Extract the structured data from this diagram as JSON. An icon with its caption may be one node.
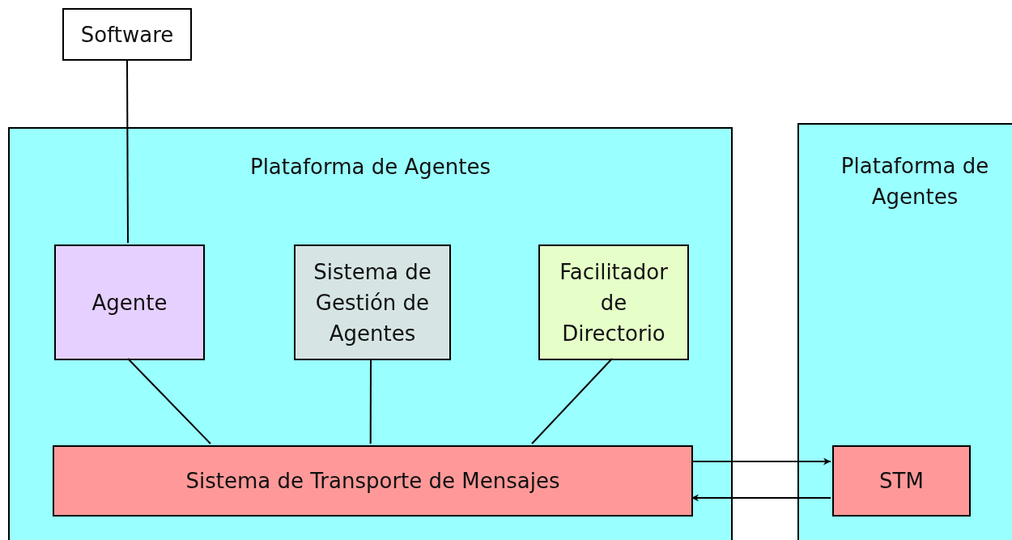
{
  "diagram": {
    "nodes": [
      {
        "text": [
          "Software"
        ]
      },
      {
        "text": [
          "Plataforma de Agentes"
        ]
      },
      {
        "text": [
          "Agente"
        ],
        "in": 1
      },
      {
        "text": [
          "Sistema de Gestión de Agentes"
        ],
        "in": 1
      },
      {
        "text": [
          "Facilitador de Directorio"
        ],
        "in": 1
      },
      {
        "text": [
          "Sistema de Transporte de Mensajes"
        ],
        "in": 1
      },
      {
        "text": [
          "Plataforma de Agentes"
        ]
      },
      {
        "text": [
          "STM"
        ],
        "in": 6
      }
    ],
    "edges": [
      {
        "from": 0,
        "to": 2,
        "arrow": "none"
      },
      {
        "from": 2,
        "to": 5,
        "arrow": "none"
      },
      {
        "from": 3,
        "to": 5,
        "arrow": "none"
      },
      {
        "from": 4,
        "to": 5,
        "arrow": "none"
      },
      {
        "from": 5,
        "to": 7,
        "arrow": "to"
      },
      {
        "from": 7,
        "to": 5,
        "arrow": "to"
      }
    ]
  }
}
